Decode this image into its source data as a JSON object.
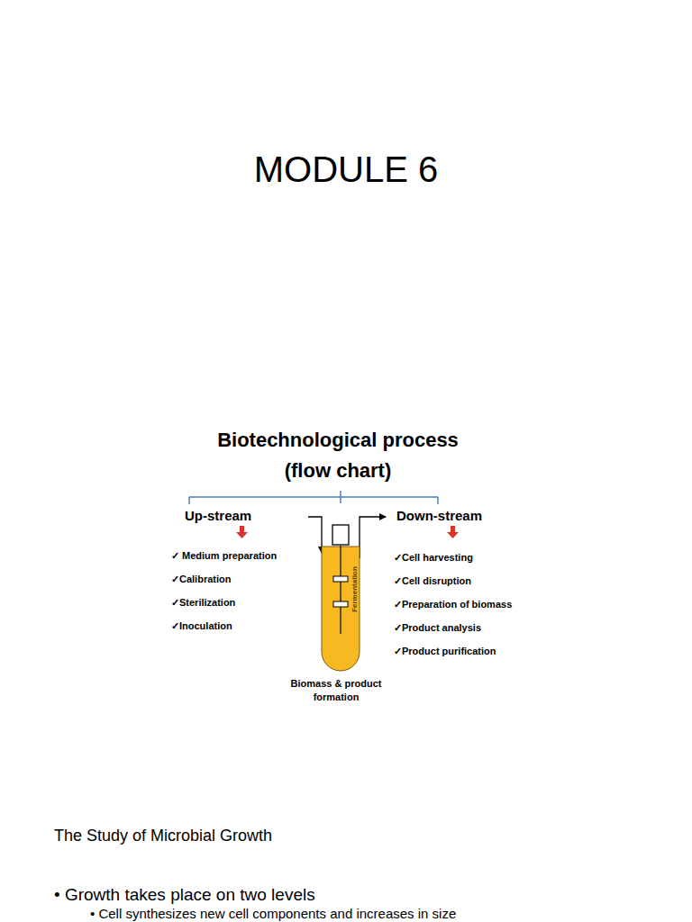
{
  "diagram": {
    "title": "MODULE 6",
    "nodes": [
      {
        "text": [
          "Fermentation"
        ]
      }
    ],
    "labels": [
      "Biotechnological process",
      "(flow chart)",
      "Up-stream",
      "Down-stream",
      "✓ Medium preparation",
      "✓Calibration",
      "✓Sterilization",
      "✓Inoculation",
      "✓Cell harvesting",
      "✓Cell disruption",
      "✓Preparation of biomass",
      "✓Product analysis",
      "✓Product purification",
      "Biomass & product",
      "formation",
      "The Study of Microbial Growth",
      "• Growth takes place on two levels",
      "• Cell synthesizes new cell components and increases in size"
    ]
  }
}
